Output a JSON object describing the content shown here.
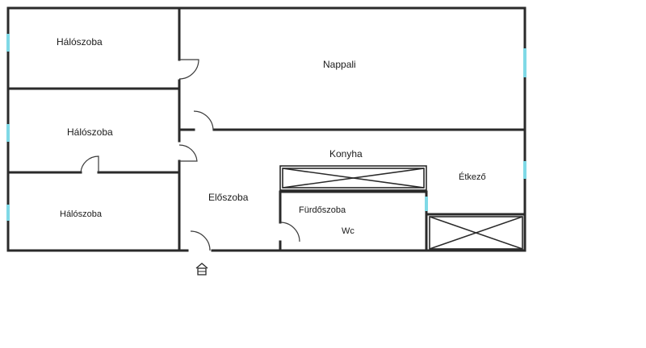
{
  "floorplan": {
    "rooms": {
      "bedroom_1": "Hálószoba",
      "bedroom_2": "Hálószoba",
      "bedroom_3": "Hálószoba",
      "living_room": "Nappali",
      "kitchen": "Konyha",
      "dining": "Étkező",
      "hallway": "Előszoba",
      "bathroom": "Fürdőszoba",
      "wc": "Wc"
    },
    "colors": {
      "wall": "#2a2a2a",
      "window": "#7fd9e6"
    },
    "icons": {
      "entrance": "home-icon"
    }
  }
}
